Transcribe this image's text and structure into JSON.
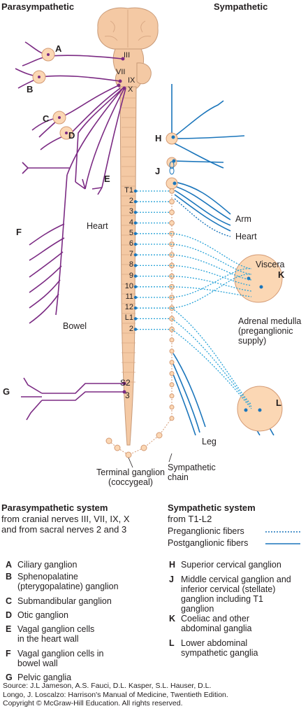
{
  "headers": {
    "parasympathetic": "Parasympathetic",
    "sympathetic": "Sympathetic"
  },
  "cranial_nerves": {
    "III": "III",
    "VII": "VII",
    "IX": "IX",
    "X": "X"
  },
  "sacral": {
    "S2": "S2",
    "s3": "3"
  },
  "spinal_segments": [
    "T1",
    "2",
    "3",
    "4",
    "5",
    "6",
    "7",
    "8",
    "9",
    "10",
    "11",
    "12",
    "L1",
    "2"
  ],
  "diagram_letters": {
    "A": "A",
    "B": "B",
    "C": "C",
    "D": "D",
    "E": "E",
    "F": "F",
    "G": "G",
    "H": "H",
    "J": "J",
    "K": "K",
    "L": "L"
  },
  "labels": {
    "heart_left": "Heart",
    "bowel": "Bowel",
    "arm": "Arm",
    "heart_right": "Heart",
    "viscera": "Viscera",
    "adrenal": "Adrenal medulla\n(preganglionic\nsupply)",
    "leg": "Leg",
    "terminal": "Terminal ganglion\n(coccygeal)",
    "chain": "Sympathetic\nchain"
  },
  "para_system": {
    "title": "Parasympathetic system",
    "desc": "from cranial nerves III, VII, IX, X\nand from sacral nerves 2 and 3"
  },
  "symp_system": {
    "title": "Sympathetic system",
    "desc": "from T1-L2"
  },
  "legend": {
    "pre": "Preganglionic fibers",
    "post": "Postganglionic fibers"
  },
  "para_items": [
    {
      "key": "A",
      "text": "Ciliary ganglion"
    },
    {
      "key": "B",
      "text": "Sphenopalatine\n(pterygopalatine) ganglion"
    },
    {
      "key": "C",
      "text": "Submandibular ganglion"
    },
    {
      "key": "D",
      "text": "Otic ganglion"
    },
    {
      "key": "E",
      "text": "Vagal ganglion cells\nin the heart wall"
    },
    {
      "key": "F",
      "text": "Vagal ganglion cells in\nbowel wall"
    },
    {
      "key": "G",
      "text": "Pelvic ganglia"
    }
  ],
  "symp_items": [
    {
      "key": "H",
      "text": "Superior cervical ganglion"
    },
    {
      "key": "J",
      "text": "Middle cervical ganglion and\ninferior cervical (stellate)\nganglion including T1\nganglion"
    },
    {
      "key": "K",
      "text": "Coeliac and other\nabdominal ganglia"
    },
    {
      "key": "L",
      "text": "Lower abdominal\nsympathetic ganglia"
    }
  ],
  "source": "Source: J.L Jameson, A.S. Fauci, D.L. Kasper, S.L. Hauser, D.L.\nLongo, J. Loscalzo: Harrison's Manual of Medicine, Twentieth Edition.\nCopyright © McGraw-Hill Education. All rights reserved.",
  "colors": {
    "parasympathetic": "#7b2a83",
    "sympathetic": "#1a75bb",
    "cord": "#f4c9a4",
    "ganglion": "#fbd7b4"
  }
}
